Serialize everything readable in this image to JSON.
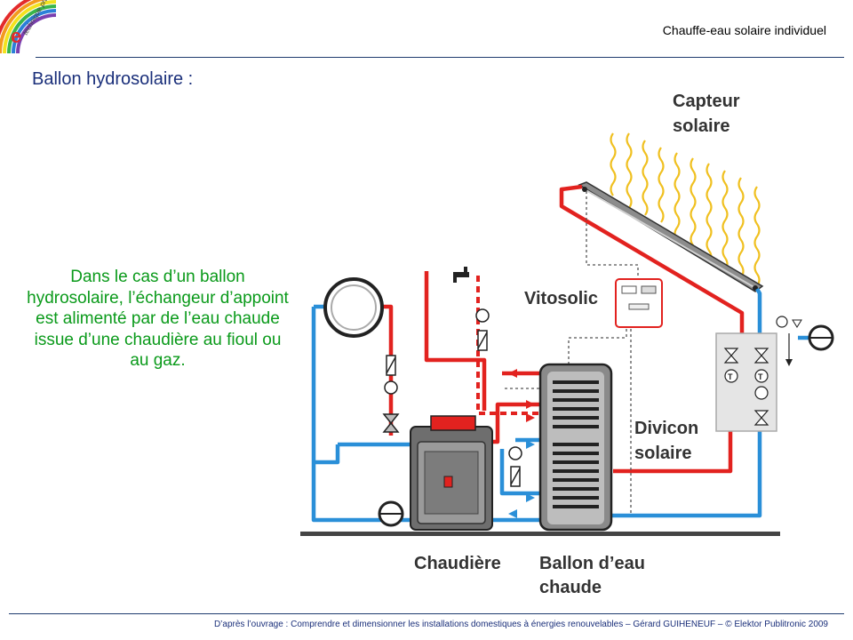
{
  "header": {
    "title": "Chauffe-eau solaire individuel"
  },
  "slide": {
    "title": "Ballon hydrosolaire :",
    "body": "Dans le cas d’un ballon hydrosolaire, l’échangeur d’appoint est alimenté par de l’eau chaude issue d’une chaudière au fioul ou au gaz."
  },
  "logo": {
    "text": "technique pratique",
    "letter": "e"
  },
  "diagram": {
    "labels": {
      "collector_line1": "Capteur",
      "collector_line2": "solaire",
      "controller": "Vitosolic",
      "divicon_line1": "Divicon",
      "divicon_line2": "solaire",
      "boiler": "Chaudière",
      "tank_line1": "Ballon d’eau",
      "tank_line2": "chaude"
    },
    "colors": {
      "hot": "#e2221f",
      "cold": "#2a8fd8",
      "grey": "#777777"
    }
  },
  "footer": {
    "text": "D’après l’ouvrage : Comprendre et dimensionner les installations domestiques à énergies renouvelables – Gérard GUIHENEUF – © Elektor Publitronic 2009"
  }
}
